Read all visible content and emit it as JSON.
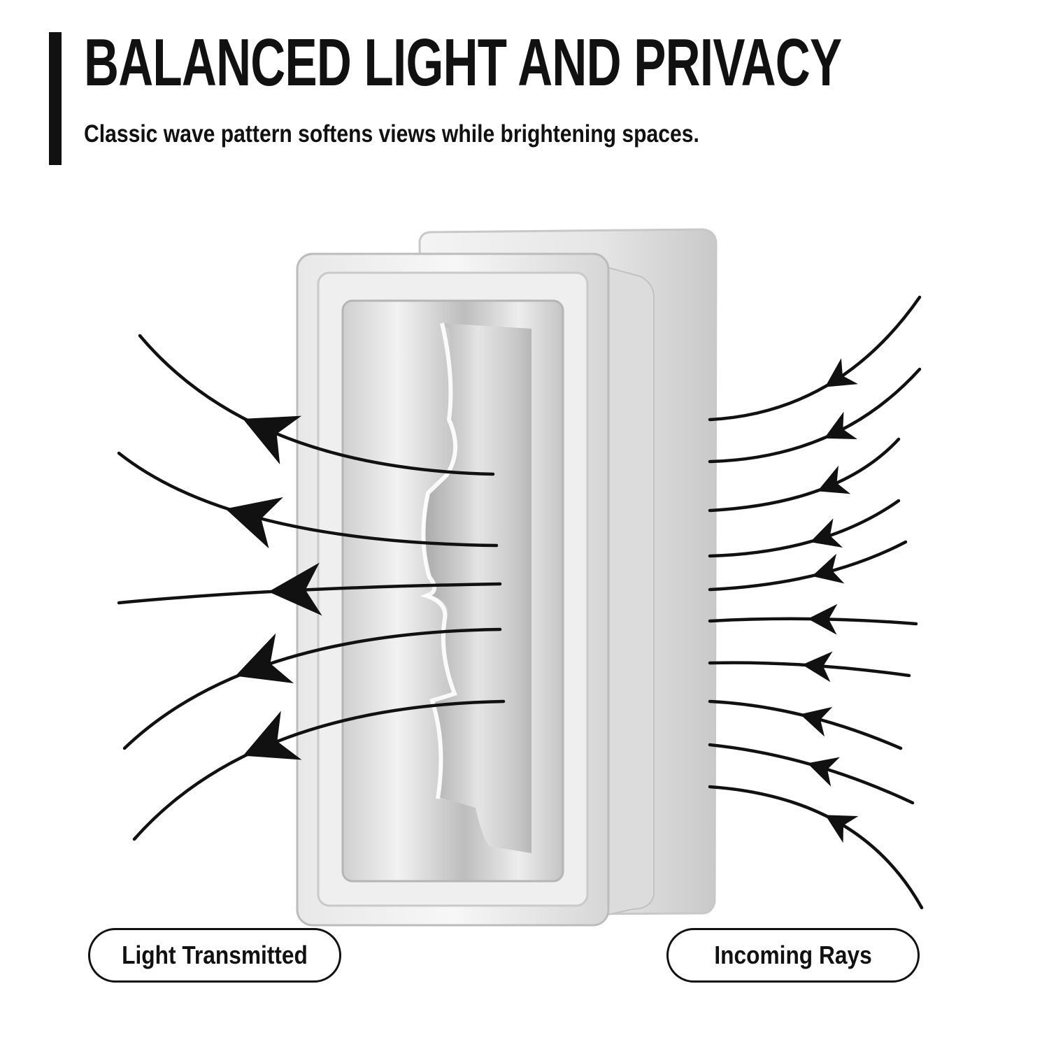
{
  "header": {
    "title": "BALANCED LIGHT AND PRIVACY",
    "subtitle": "Classic wave pattern softens views while brightening spaces."
  },
  "labels": {
    "left": "Light Transmitted",
    "right": "Incoming Rays"
  },
  "colors": {
    "ink": "#111111",
    "glass_light": "#f4f4f4",
    "glass_mid": "#d9d9d9",
    "glass_dark": "#9a9a9a"
  },
  "icons": {
    "product": "glass-block-icon",
    "arrows": "arrow-icon"
  }
}
